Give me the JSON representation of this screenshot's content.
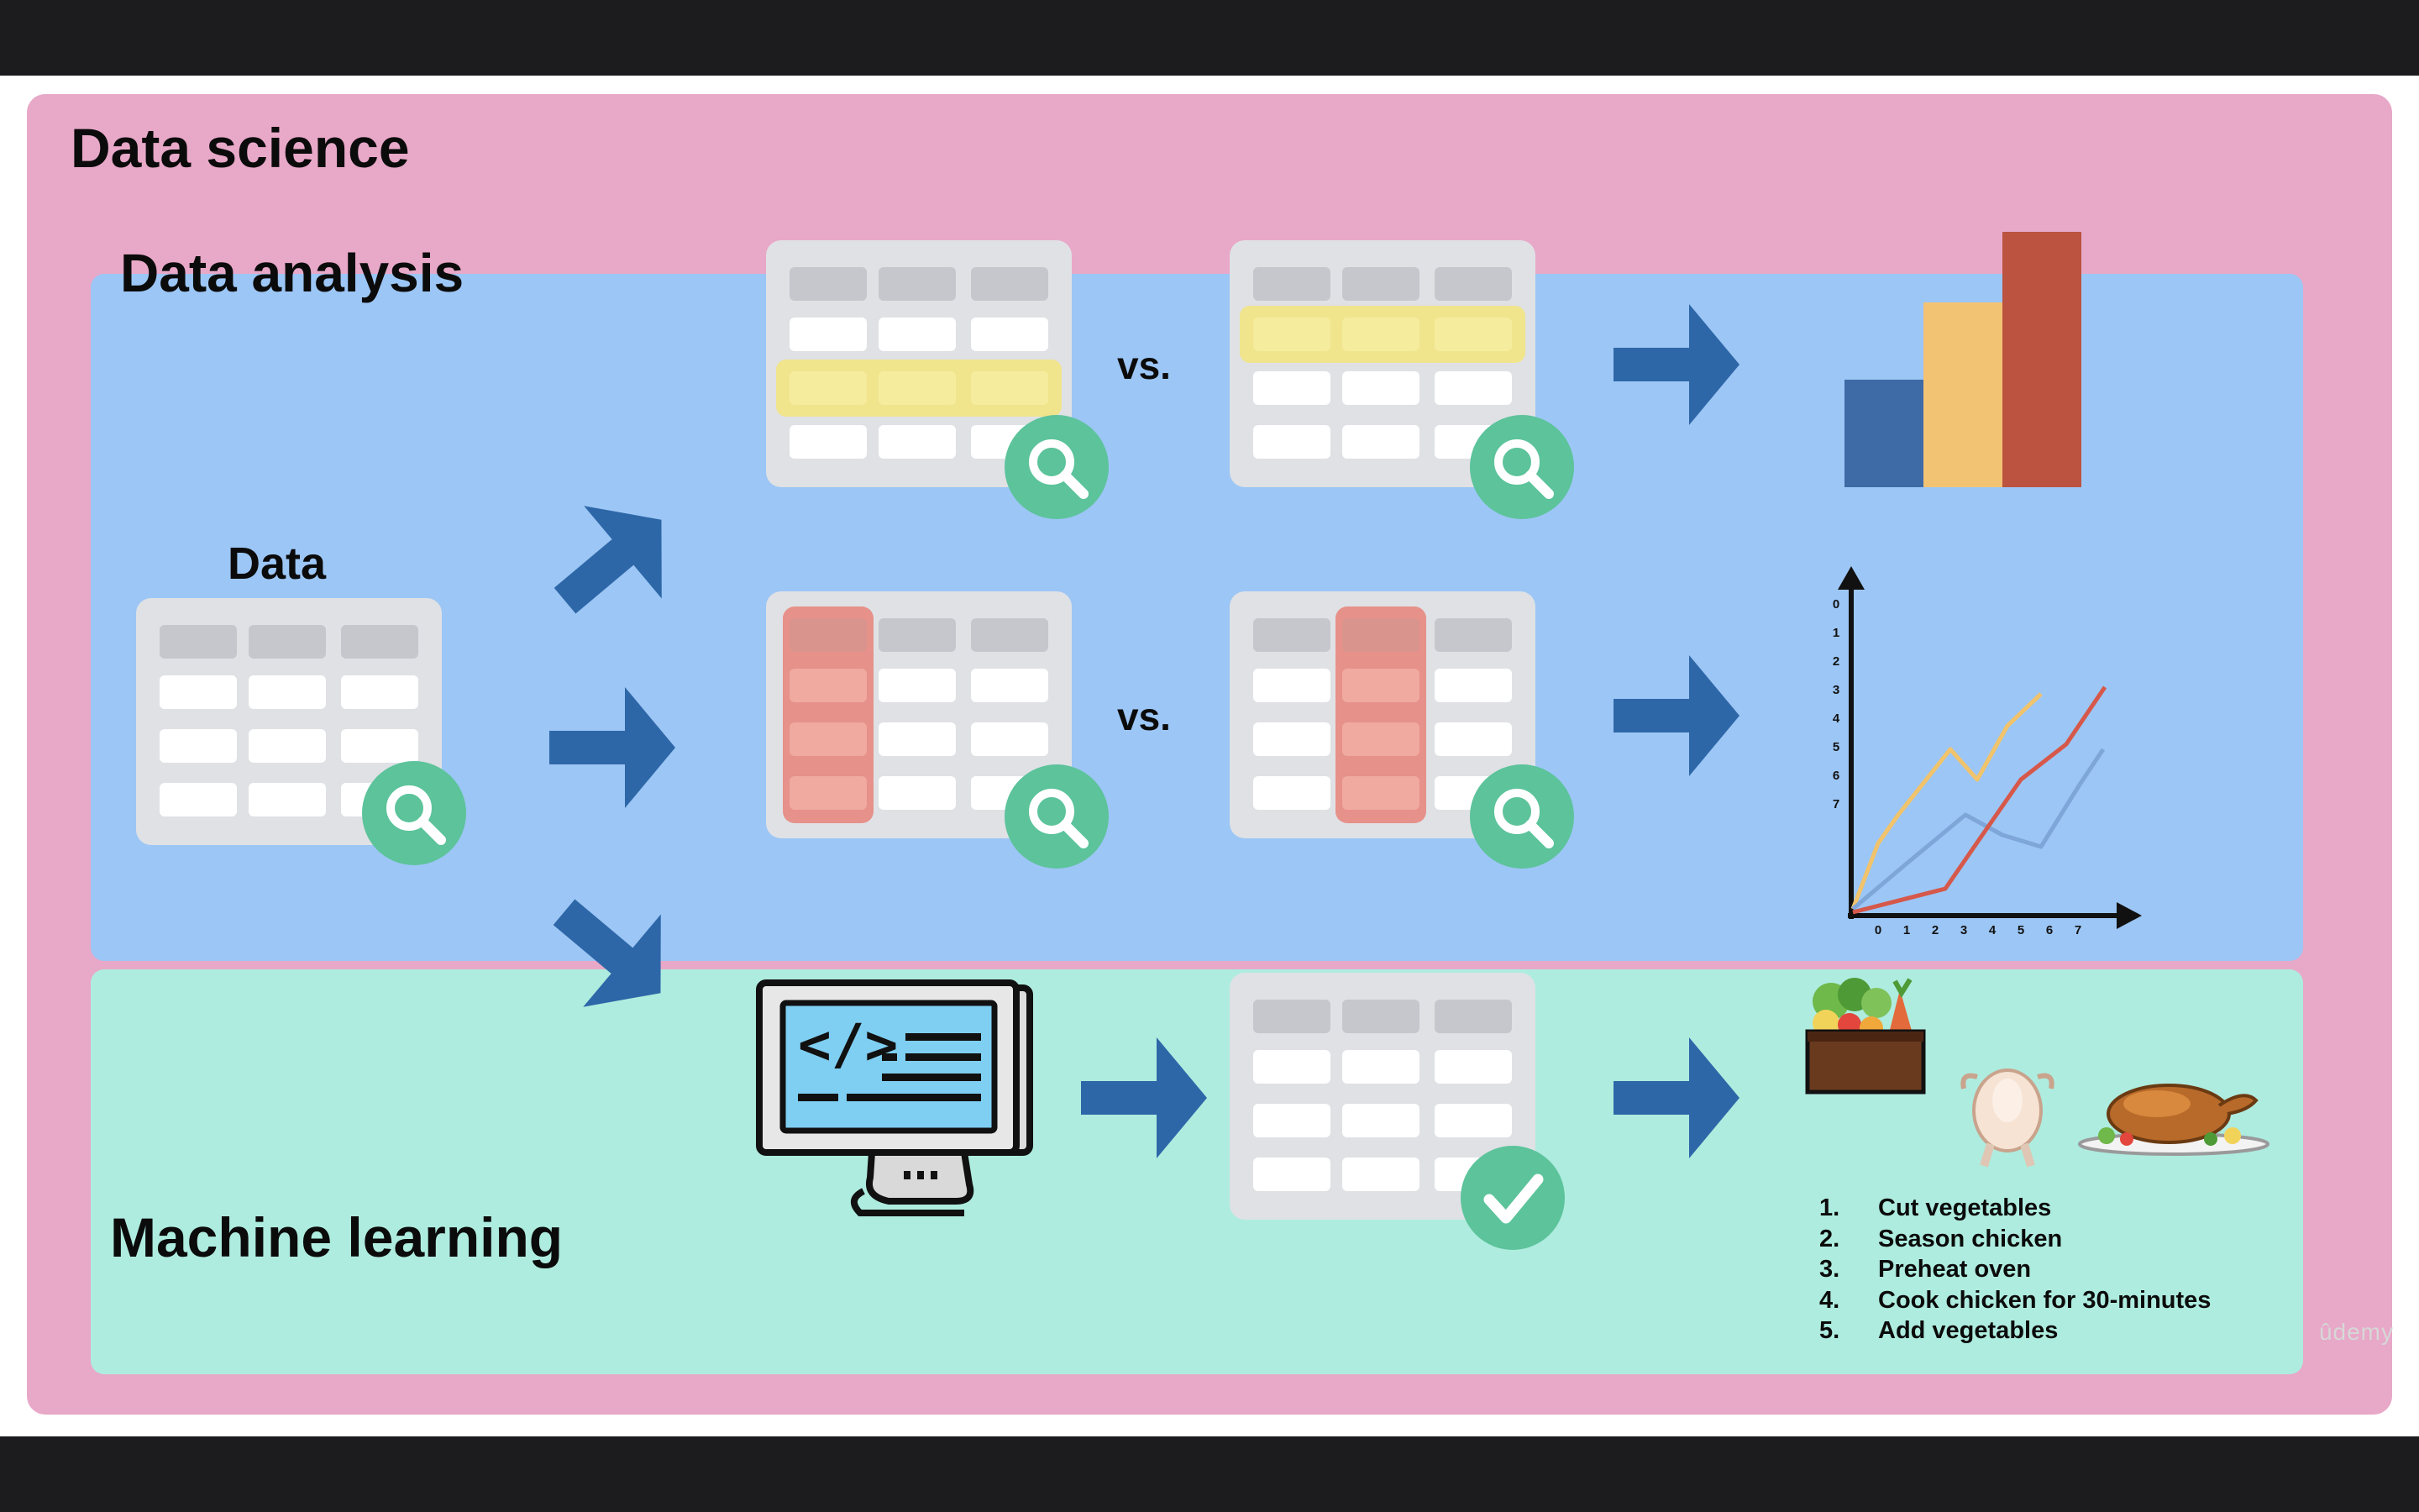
{
  "slide": {
    "title": "Data science",
    "colors": {
      "background": "#e8a8c8",
      "analysis_panel": "#9cc6f5",
      "ml_panel": "#aeecdf",
      "arrow": "#2e67a8",
      "magnifier": "#5cc39b"
    }
  },
  "data_analysis": {
    "title": "Data analysis",
    "data_label": "Data",
    "vs_label": "vs.",
    "icons": [
      "table-icon",
      "magnifier-icon",
      "arrow-icon",
      "bar-chart-icon",
      "line-chart-icon"
    ]
  },
  "line_chart_ticks": {
    "x": [
      "0",
      "1",
      "2",
      "3",
      "4",
      "5",
      "6",
      "7"
    ],
    "y": [
      "0",
      "1",
      "2",
      "3",
      "4",
      "5",
      "6",
      "7"
    ]
  },
  "machine_learning": {
    "title": "Machine learning",
    "icons": [
      "computer-code-icon",
      "table-icon",
      "checkmark-icon",
      "vegetables-icon",
      "raw-chicken-icon",
      "roast-chicken-icon"
    ],
    "recipe_steps": [
      {
        "num": "1.",
        "text": "Cut vegetables"
      },
      {
        "num": "2.",
        "text": "Season chicken"
      },
      {
        "num": "3.",
        "text": "Preheat oven"
      },
      {
        "num": "4.",
        "text": "Cook chicken for 30-minutes"
      },
      {
        "num": "5.",
        "text": "Add vegetables"
      }
    ]
  },
  "watermark": "ûdemy"
}
